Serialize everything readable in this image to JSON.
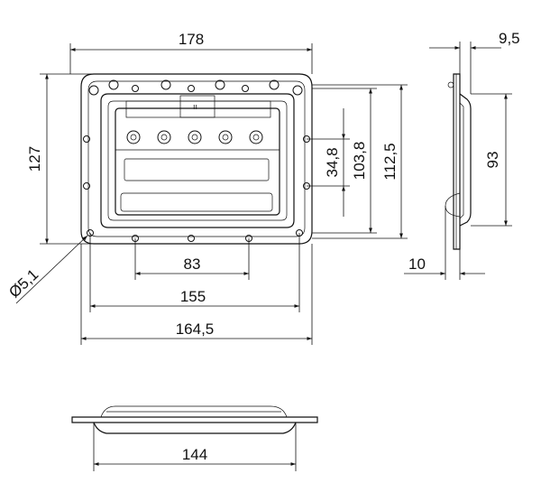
{
  "dimensions": {
    "overall_width": "178",
    "overall_height": "127",
    "side_thickness_top": "9,5",
    "side_depth": "93",
    "side_thickness_bottom": "10",
    "hole_spacing_inner": "34,8",
    "hole_spacing_mid": "103,8",
    "hole_spacing_outer": "112,5",
    "bottom_hole_spacing": "83",
    "mount_span": "155",
    "flange_width": "164,5",
    "hole_diameter": "Ø5,1",
    "recess_width": "144"
  },
  "marking": "ıı"
}
